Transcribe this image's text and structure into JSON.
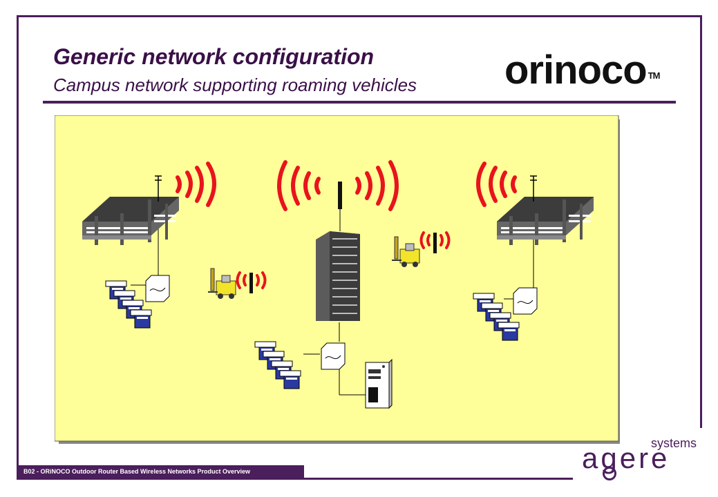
{
  "slide": {
    "title": "Generic network configuration",
    "subtitle": "Campus network supporting roaming vehicles",
    "footer": "B02 - ORiNOCO Outdoor Router Based Wireless Networks Product Overview"
  },
  "logos": {
    "orinoco": "orinoco",
    "orinoco_tm": "TM",
    "agere": "agere",
    "agere_systems": "systems"
  },
  "colors": {
    "frame": "#4b1e5c",
    "panel": "#ffff99",
    "signal": "#e8141c",
    "building": "#555555",
    "forklift": "#f2e42a",
    "terminal": "#2a3aa0"
  }
}
